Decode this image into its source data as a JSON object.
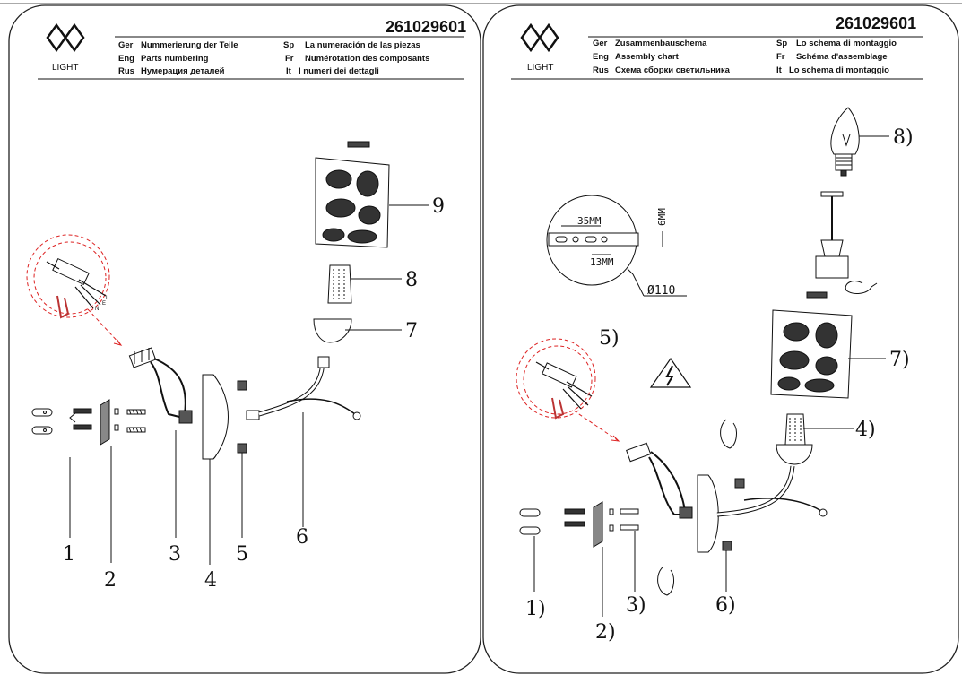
{
  "logo_text": "LIGHT",
  "left_panel": {
    "product_code": "261029601",
    "header": [
      {
        "code": "Ger",
        "text": "Nummerierung der Teile"
      },
      {
        "code": "Sp",
        "text": "La numeración de las piezas"
      },
      {
        "code": "Eng",
        "text": "Parts numbering"
      },
      {
        "code": "Fr",
        "text": "Numérotation des composants"
      },
      {
        "code": "Rus",
        "text": "Нумерация деталей"
      },
      {
        "code": "It",
        "text": "I numeri dei dettagli"
      }
    ],
    "labels": [
      "1",
      "2",
      "3",
      "4",
      "5",
      "6",
      "7",
      "8",
      "9"
    ]
  },
  "right_panel": {
    "product_code": "261029601",
    "header": [
      {
        "code": "Ger",
        "text": "Zusammenbauschema"
      },
      {
        "code": "Sp",
        "text": "Lo schema di montaggio"
      },
      {
        "code": "Eng",
        "text": "Assembly chart"
      },
      {
        "code": "Fr",
        "text": "Schéma d'assemblage"
      },
      {
        "code": "Rus",
        "text": "Схема сборки светильника"
      },
      {
        "code": "It",
        "text": "Lo schema di montaggio"
      }
    ],
    "labels": [
      "1)",
      "2)",
      "3)",
      "4)",
      "5)",
      "6)",
      "7)",
      "8)"
    ],
    "dimensions": {
      "width": "35MM",
      "height": "6MM",
      "spacing": "13MM",
      "diameter": "Ø110"
    }
  },
  "wire_letters": [
    "L",
    "N",
    "E"
  ]
}
